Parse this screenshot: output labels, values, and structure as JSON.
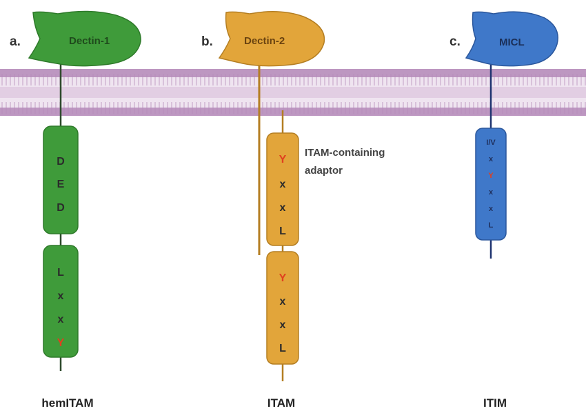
{
  "panels": {
    "a": {
      "letter": "a.",
      "receptor": "Dectin-1",
      "domain_residues": [
        "D",
        "E",
        "D"
      ],
      "motif_residues": [
        "L",
        "x",
        "x",
        "Y"
      ],
      "motif": "hemITAM"
    },
    "b": {
      "letter": "b.",
      "receptor": "Dectin-2",
      "adaptor_label": [
        "ITAM-containing",
        "adaptor"
      ],
      "motif1_residues": [
        "Y",
        "x",
        "x",
        "L"
      ],
      "motif2_residues": [
        "Y",
        "x",
        "x",
        "L"
      ],
      "motif": "ITAM"
    },
    "c": {
      "letter": "c.",
      "receptor": "MICL",
      "motif_residues": [
        "I/V",
        "x",
        "Y",
        "x",
        "x",
        "L"
      ],
      "motif": "ITIM"
    }
  },
  "colors": {
    "membrane": "#b48ab8",
    "membrane_band": "#ddc9df",
    "dectin1_fill": "#3f9b3a",
    "dectin1_stroke": "#2e7a2a",
    "dectin1_text": "#1f4a1c",
    "dectin2_fill": "#e2a53a",
    "dectin2_stroke": "#b47e22",
    "dectin2_text": "#6a4310",
    "micl_fill": "#3f78c9",
    "micl_stroke": "#2b579c",
    "micl_text": "#1b2f58",
    "tyrosine": "#e0401f"
  }
}
